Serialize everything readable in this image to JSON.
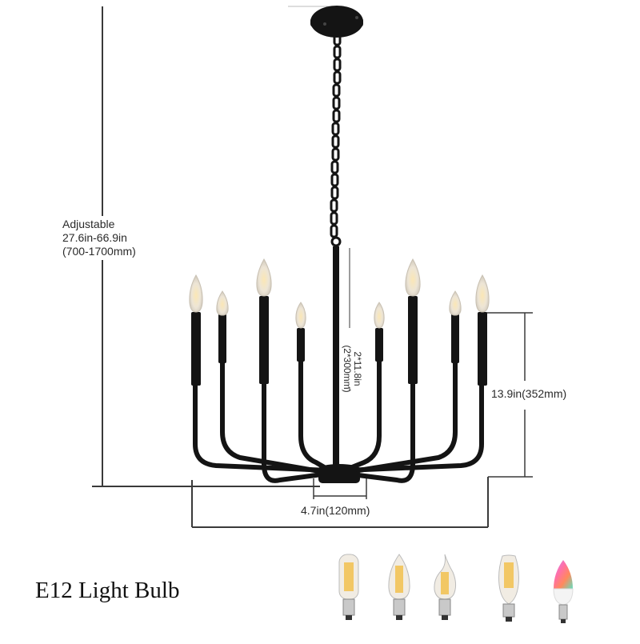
{
  "product": {
    "type": "8-light candle chandelier",
    "finish_color": "#141414"
  },
  "dimensions": {
    "adjustable": {
      "line1": "Adjustable",
      "line2": "27.6in-66.9in",
      "line3": "(700-1700mm)"
    },
    "arm_length": {
      "line1": "2*11.8in",
      "line2": "(2*300mm)"
    },
    "fixture_height": "13.9in(352mm)",
    "canopy_base": "4.7in(120mm)"
  },
  "bulbs": {
    "title": "E12 Light Bulb",
    "items": [
      {
        "name": "tubular-filament-bulb-icon",
        "shape": "T10 tubular"
      },
      {
        "name": "candle-filament-bulb-icon",
        "shape": "B11 candle"
      },
      {
        "name": "flame-tip-filament-bulb-icon",
        "shape": "CA10 flame tip"
      },
      {
        "name": "st-filament-bulb-icon",
        "shape": "ST edison"
      },
      {
        "name": "rgb-smart-bulb-icon",
        "shape": "RGB smart candle"
      }
    ]
  },
  "colors": {
    "metal": "#141414",
    "dimension_line": "#3a3a3a",
    "filament": "#f2c14e",
    "glass": "#e9e4da"
  }
}
